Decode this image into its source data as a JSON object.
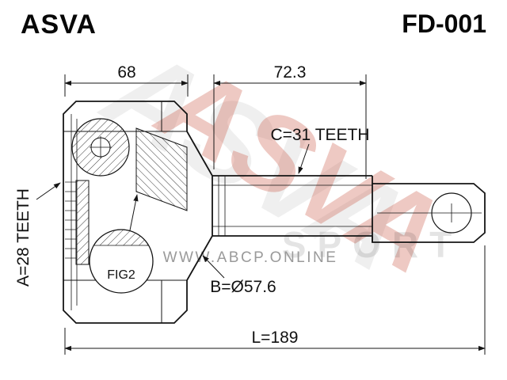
{
  "header": {
    "brand": "ASVA",
    "part_number": "FD-001"
  },
  "watermarks": {
    "site": "WWW.ABCP.ONLINE",
    "brand": "ASVA",
    "sport": "SPORT"
  },
  "drawing": {
    "labels": {
      "width_body": "68",
      "width_shaft": "72.3",
      "inner_teeth": "A=28 TEETH",
      "outer_teeth": "C=31 TEETH",
      "figure": "FIG2",
      "diameter": "B=Ø57.6",
      "total_length": "L=189"
    }
  },
  "colors": {
    "line": "#151515",
    "watermark_red": "#c8503c",
    "watermark_gray": "#9a9a9a",
    "site_text": "#9a9a9a"
  }
}
